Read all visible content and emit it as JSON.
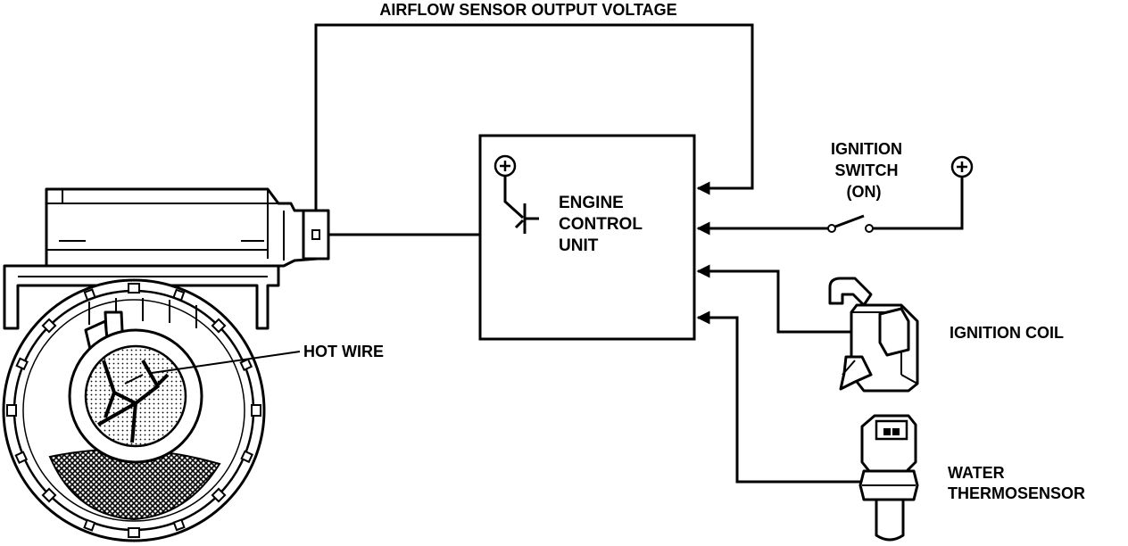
{
  "labels": {
    "airflow_output": "AIRFLOW SENSOR OUTPUT VOLTAGE",
    "ecu_line1": "ENGINE",
    "ecu_line2": "CONTROL",
    "ecu_line3": "UNIT",
    "ignition_switch_line1": "IGNITION",
    "ignition_switch_line2": "SWITCH",
    "ignition_switch_line3": "(ON)",
    "ignition_coil": "IGNITION COIL",
    "water_line1": "WATER",
    "water_line2": "THERMOSENSOR",
    "hot_wire": "HOT WIRE"
  },
  "symbols": {
    "ecu_supply": "⊕",
    "battery_positive": "⊕"
  },
  "icons": {
    "airflow_sensor": "hot-wire-airflow-meter-icon",
    "ignition_coil": "ignition-coil-icon",
    "water_sensor": "water-thermosensor-icon",
    "switch": "switch-contact-icon",
    "transistor": "transistor-icon"
  }
}
